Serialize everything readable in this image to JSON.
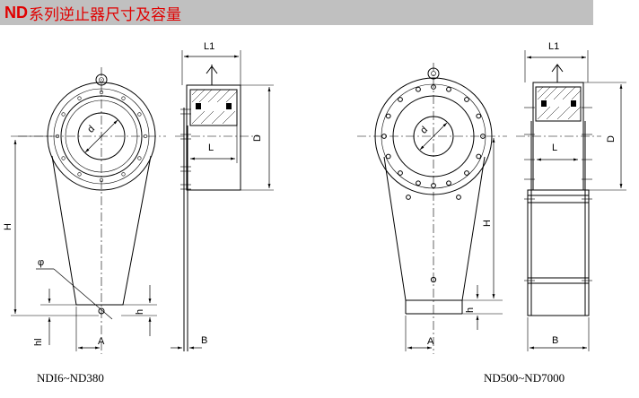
{
  "header": {
    "title_prefix": "ND",
    "title_rest": "系列逆止器尺寸及容量",
    "title_color": "#e00000",
    "bar_color": "#c0c0c0"
  },
  "left_figure": {
    "caption": "NDI6~ND380",
    "labels": {
      "L1": "L1",
      "L": "L",
      "D": "D",
      "H": "H",
      "d": "d",
      "phi": "φ",
      "h": "h",
      "hl": "hl",
      "A": "A",
      "B": "B"
    }
  },
  "right_figure": {
    "caption": "ND500~ND7000",
    "labels": {
      "L1": "L1",
      "L": "L",
      "D": "D",
      "H": "H",
      "d": "d",
      "h": "h",
      "A": "A",
      "B": "B"
    }
  }
}
